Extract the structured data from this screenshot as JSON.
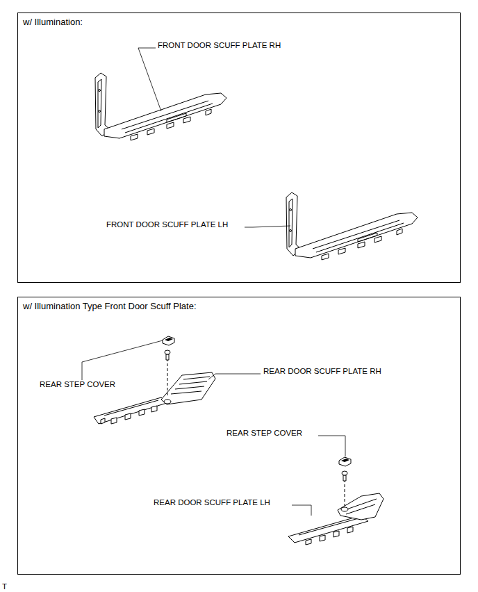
{
  "diagram": {
    "nodes": [
      {
        "text": [
          "w/ Illumination:"
        ]
      },
      {
        "text": [
          "w/ Illumination Type Front Door Scuff Plate:"
        ]
      }
    ],
    "labels": [
      "FRONT DOOR SCUFF PLATE RH",
      "FRONT DOOR SCUFF PLATE LH",
      "REAR STEP COVER",
      "REAR DOOR SCUFF PLATE RH",
      "REAR STEP COVER",
      "REAR DOOR SCUFF PLATE LH",
      "T"
    ]
  }
}
